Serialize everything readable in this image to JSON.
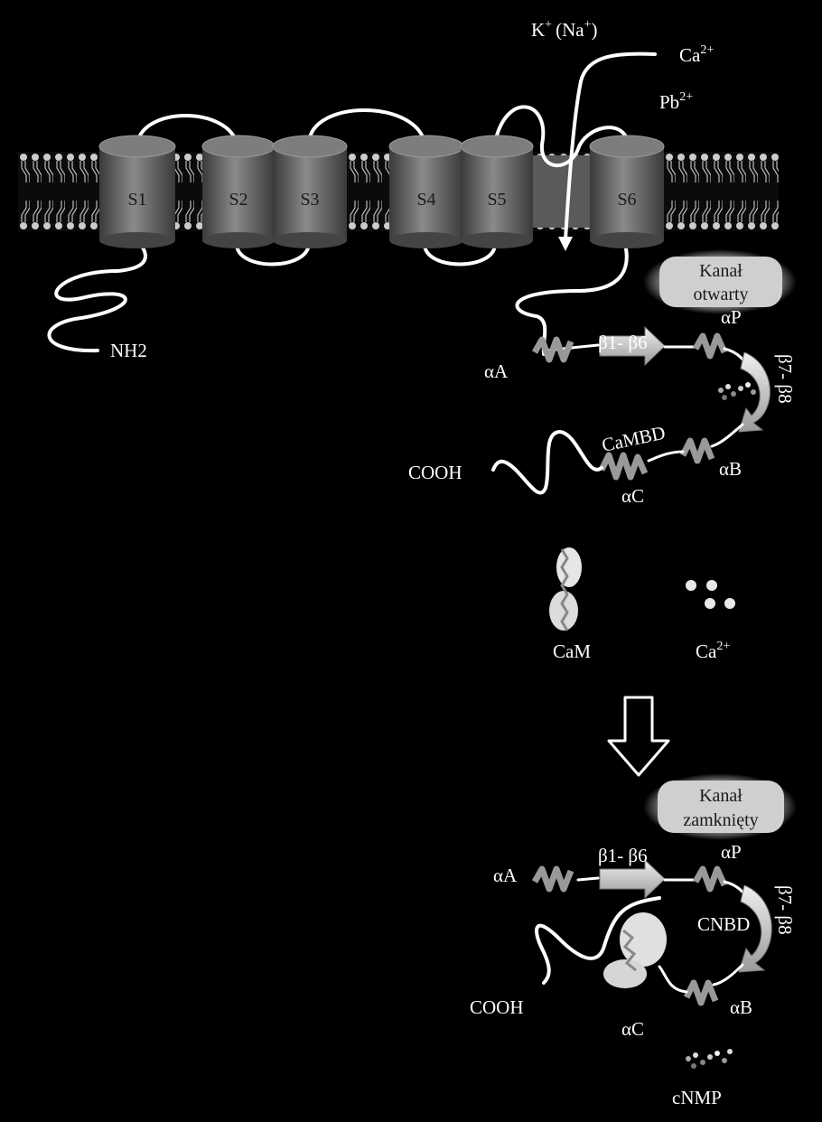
{
  "ions": {
    "permeant_main": "K",
    "permeant_main_sup": "+",
    "permeant_alt_open": "(Na",
    "permeant_alt_sup": "+",
    "permeant_alt_close": ")",
    "ca_base": "Ca",
    "ca_sup": "2+",
    "pb_base": "Pb",
    "pb_sup": "2+"
  },
  "segments": [
    "S1",
    "S2",
    "S3",
    "S4",
    "S5",
    "S6"
  ],
  "n_terminus": "NH2",
  "open_state": {
    "status_line1": "Kanał",
    "status_line2": "otwarty",
    "beta1_6": "β1- β6",
    "alpha_p": "αP",
    "alpha_a": "αA",
    "beta7_8": "β7- β8",
    "cambd": "CaMBD",
    "alpha_b": "αB",
    "cooh": "COOH",
    "alpha_c": "αC"
  },
  "middle": {
    "cam": "CaM",
    "ca_base": "Ca",
    "ca_sup": "2+"
  },
  "closed_state": {
    "status_line1": "Kanał",
    "status_line2": "zamknięty",
    "beta1_6": "β1- β6",
    "alpha_p": "αP",
    "alpha_a": "αA",
    "beta7_8": "β7- β8",
    "cnbd": "CNBD",
    "alpha_b": "αB",
    "cooh": "COOH",
    "alpha_c": "αC",
    "cnmp": "cNMP"
  },
  "colors": {
    "background": "#000000",
    "cylinder": "#666666",
    "membrane": "#d9d9d9",
    "status_box": "#cfcfcf"
  }
}
